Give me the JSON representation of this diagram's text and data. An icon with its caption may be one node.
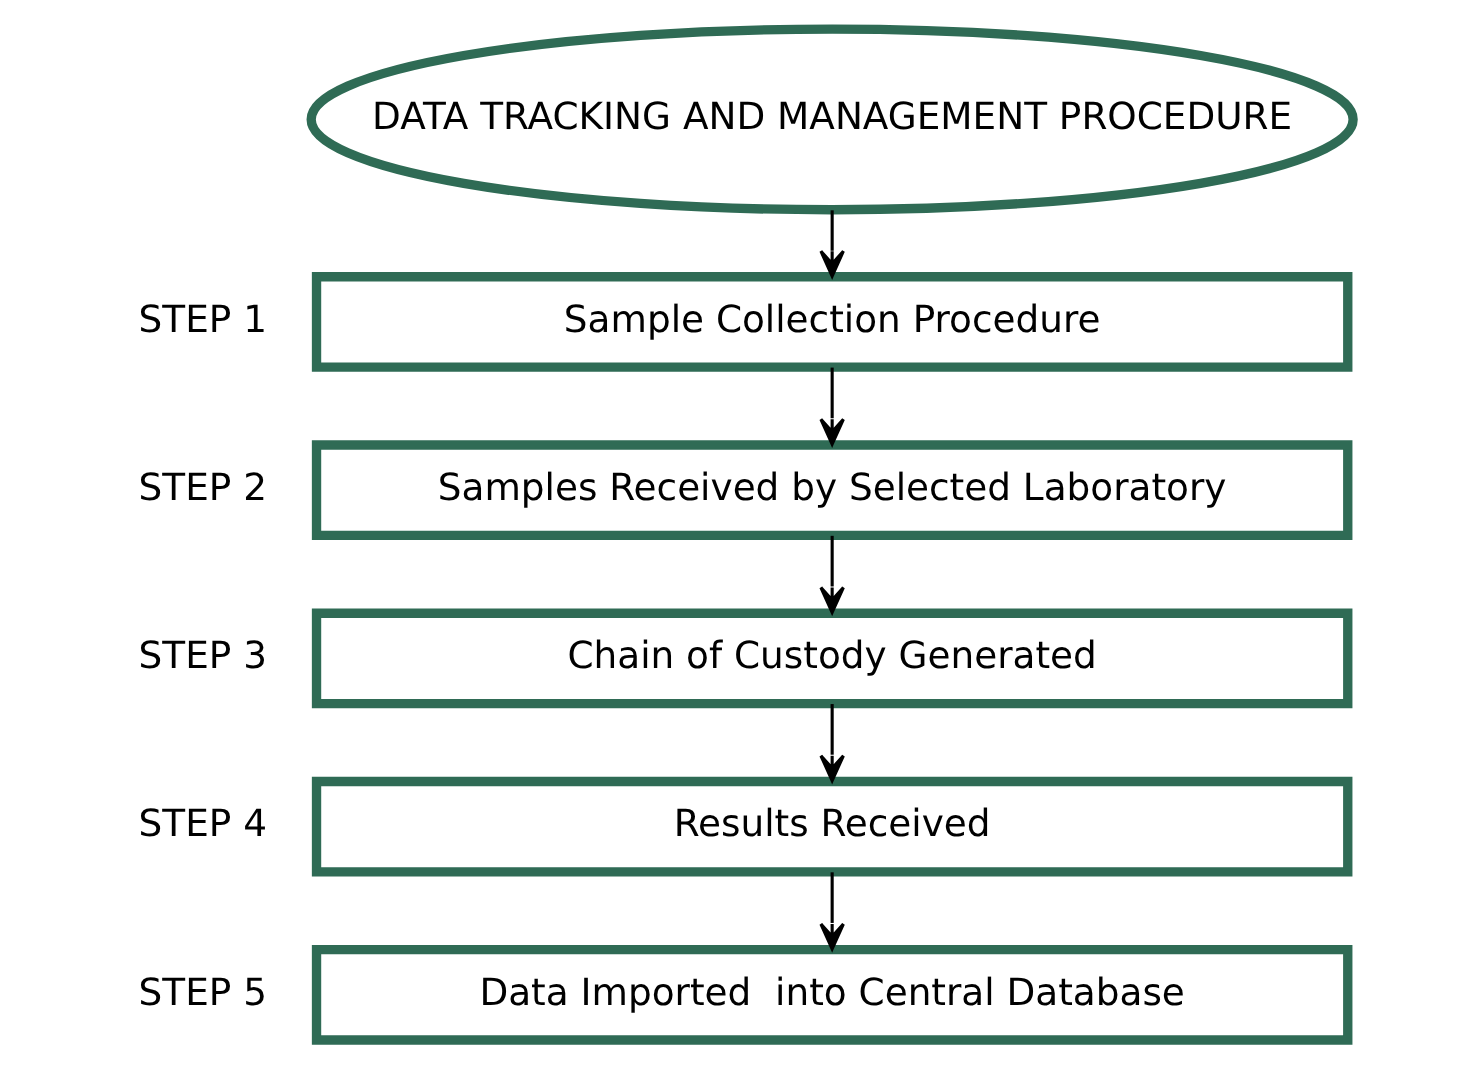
{
  "diagram": {
    "nodes": [
      {
        "text": [
          "DATA TRACKING AND MANAGEMENT PROCEDURE"
        ]
      },
      {
        "text": [
          "Sample Collection Procedure"
        ],
        "beside": [
          "STEP 1"
        ]
      },
      {
        "text": [
          "Samples Received by Selected Laboratory"
        ],
        "beside": [
          "STEP 2"
        ]
      },
      {
        "text": [
          "Chain of Custody Generated"
        ],
        "beside": [
          "STEP 3"
        ]
      },
      {
        "text": [
          "Results Received"
        ],
        "beside": [
          "STEP 4"
        ]
      },
      {
        "text": [
          "Data Imported  into Central Database"
        ],
        "beside": [
          "STEP 5"
        ]
      }
    ],
    "edges": [
      {
        "from": 0,
        "to": 1,
        "arrow": "to"
      },
      {
        "from": 1,
        "to": 2,
        "arrow": "to"
      },
      {
        "from": 2,
        "to": 3,
        "arrow": "to"
      },
      {
        "from": 3,
        "to": 4,
        "arrow": "to"
      },
      {
        "from": 4,
        "to": 5,
        "arrow": "to"
      }
    ]
  }
}
